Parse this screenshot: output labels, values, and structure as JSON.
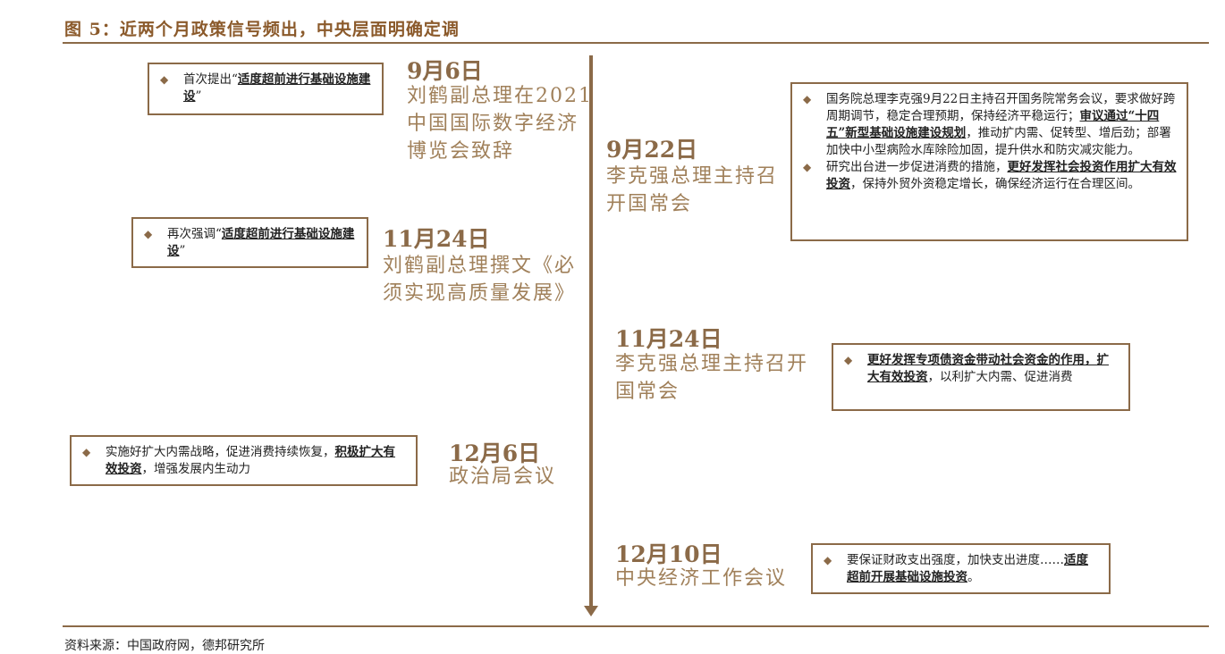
{
  "title": "图 5：近两个月政策信号频出，中央层面明确定调",
  "source": "资料来源：中国政府网，德邦研究所",
  "events": [
    {
      "date": "9月6日",
      "desc_lines": [
        "刘鹤副总理在2021",
        "中国国际数字经济",
        "博览会致辞"
      ],
      "notes": [
        {
          "pre": "首次提出“",
          "u": "适度超前进行基础设施建设",
          "post": "”"
        }
      ]
    },
    {
      "date": "11月24日",
      "desc_lines": [
        "刘鹤副总理撰文《必",
        "须实现高质量发展》"
      ],
      "notes": [
        {
          "pre": "再次强调“",
          "u": "适度超前进行基础设施建设",
          "post": "”"
        }
      ]
    },
    {
      "date": "12月6日",
      "desc_lines": [
        "政治局会议"
      ],
      "notes": [
        {
          "pre": "实施好扩大内需战略，促进消费持续恢复，",
          "u": "积极扩大有效投资",
          "post": "，增强发展内生动力"
        }
      ]
    },
    {
      "date": "9月22日",
      "desc_lines": [
        "李克强总理主持召",
        "开国常会"
      ],
      "notes": [
        {
          "pre": "国务院总理李克强9月22日主持召开国务院常务会议，要求做好跨周期调节，稳定合理预期，保持经济平稳运行；",
          "u": "审议通过“十四五”新型基础设施建设规划",
          "post": "，推动扩内需、促转型、增后劲；部署加快中小型病险水库除险加固，提升供水和防灾减灾能力。"
        },
        {
          "pre": "研究出台进一步促进消费的措施，",
          "u": "更好发挥社会投资作用扩大有效投资",
          "post": "，保持外贸外资稳定增长，确保经济运行在合理区间。"
        }
      ]
    },
    {
      "date": "11月24日",
      "desc_lines": [
        "李克强总理主持召开",
        "国常会"
      ],
      "notes": [
        {
          "pre": "",
          "u": "更好发挥专项债资金带动社会资金的作用，扩大有效投资",
          "post": "，以利扩大内需、促进消费"
        }
      ]
    },
    {
      "date": "12月10日",
      "desc_lines": [
        "中央经济工作会议"
      ],
      "notes": [
        {
          "pre": "要保证财政支出强度，加快支出进度……",
          "u": "适度超前开展基础设施投资",
          "post": "。"
        }
      ]
    }
  ],
  "colors": {
    "accent": "#8b6a48",
    "title": "#8b5a2b",
    "desc": "#a0805a"
  }
}
